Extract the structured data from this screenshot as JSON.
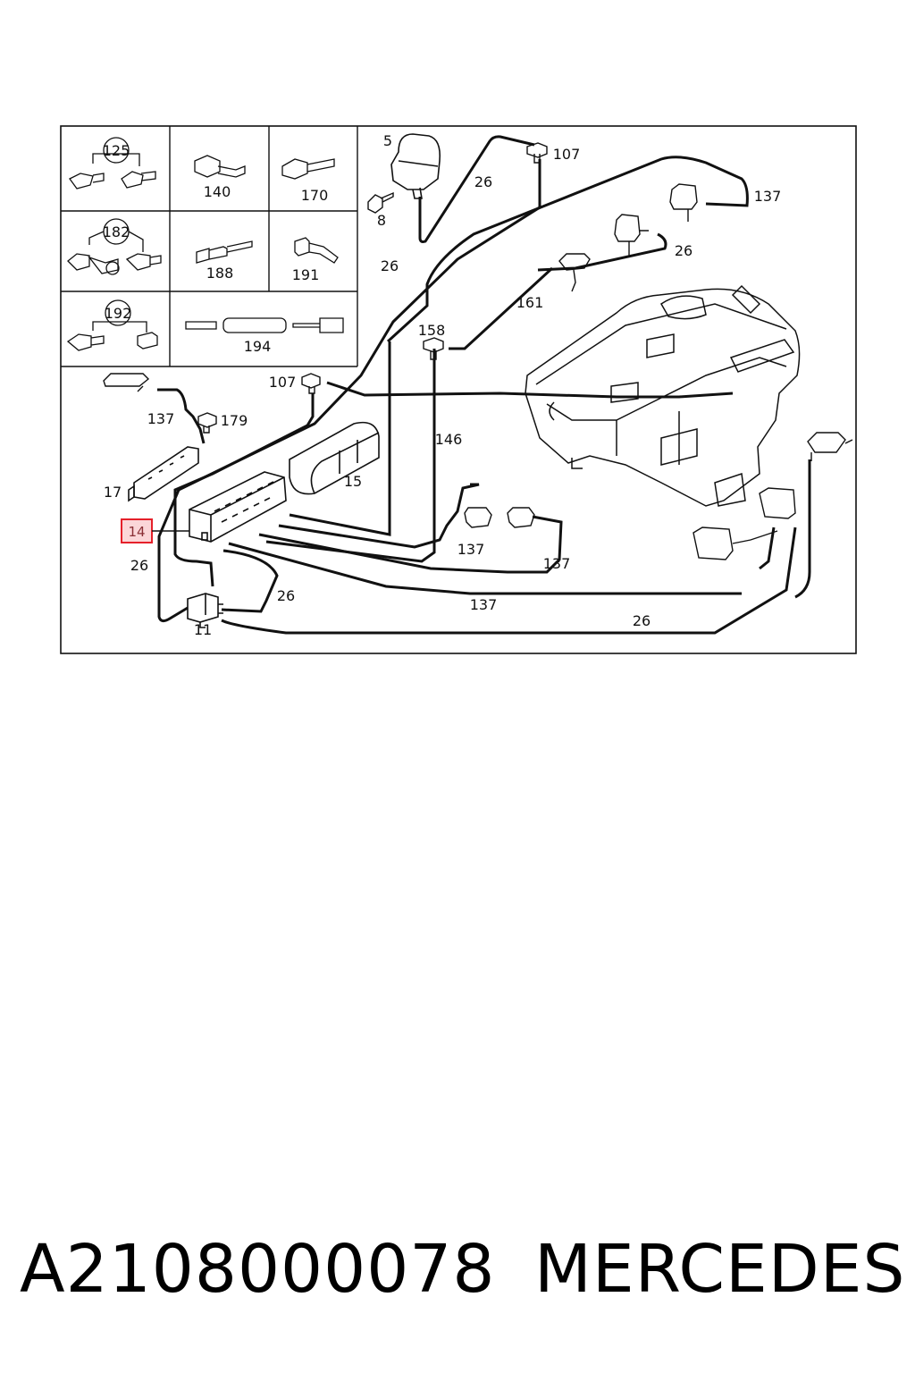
{
  "diagram": {
    "highlight_color": "#e5202a",
    "highlight_fill": "#fbd6d8",
    "highlighted_label": "14",
    "inset_labels": {
      "c125": "125",
      "p140": "140",
      "p170": "170",
      "c182": "182",
      "p188": "188",
      "p191": "191",
      "c192": "192",
      "p194": "194"
    },
    "labels": {
      "l5": "5",
      "l8": "8",
      "l26a": "26",
      "l107a": "107",
      "l137a": "137",
      "l26b": "26",
      "l26c": "26",
      "l161": "161",
      "l158": "158",
      "l107b": "107",
      "l137b": "137",
      "l179": "179",
      "l146": "146",
      "l17": "17",
      "l15": "15",
      "l26d": "26",
      "l137c": "137",
      "l137d": "137",
      "l26e": "26",
      "l11": "11",
      "l137e": "137",
      "l26f": "26"
    }
  },
  "footer": {
    "part_number": "A2108000078",
    "brand": "MERCEDES"
  }
}
